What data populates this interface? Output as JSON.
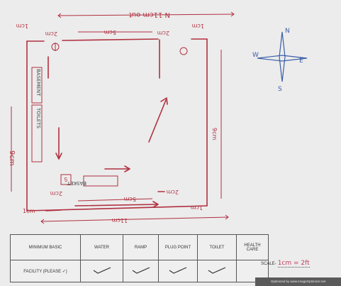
{
  "plan": {
    "top_label": "N   11cm   out",
    "left_label": "9cm",
    "right_label": "9cm",
    "bottom_label": "11cm",
    "inner_top_left_dim": "2cm",
    "inner_top_mid_dim": "5cm",
    "inner_top_right_dim": "2cm",
    "corner_top_left": "1cm",
    "corner_top_right": "1cm",
    "corner_bottom_left": "1cm",
    "corner_bottom_right": "1cm",
    "bottom_left_dim": "2cm",
    "bottom_mid_dim": "5cm",
    "bottom_right_dim": "2cm",
    "label_basement": "BASEMENT",
    "label_toilets": "TOILETS",
    "label_basket": "BASKET",
    "compass": {
      "n": "N",
      "e": "E",
      "s": "S",
      "w": "W"
    }
  },
  "table": {
    "headers": [
      "MINIMUM BASIC",
      "WATER",
      "RAMP",
      "PLUG POINT",
      "TOILET",
      "HEALTH CARE"
    ],
    "row_label": "FACILITY (PLEASE ✓)",
    "checks": [
      true,
      true,
      true,
      true,
      false
    ]
  },
  "scale": {
    "label": "SCALE-",
    "value": "1cm = 2ft"
  },
  "credit": "Optimized by www.ImageOptimizer.net"
}
